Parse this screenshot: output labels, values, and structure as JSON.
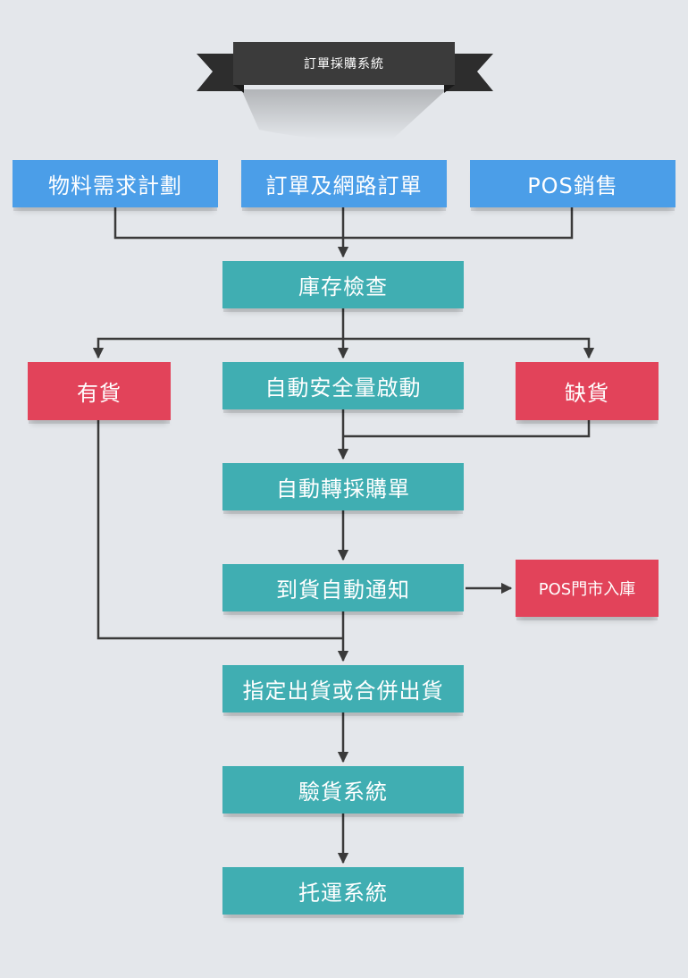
{
  "title": "訂單採購系統",
  "nodes": {
    "material": "物料需求計劃",
    "orders": "訂單及網路訂單",
    "pos_sales": "POS銷售",
    "stock_check": "庫存檢查",
    "in_stock": "有貨",
    "auto_safety": "自動安全量啟動",
    "out_of_stock": "缺貨",
    "auto_purchase": "自動轉採購單",
    "arrival_notice": "到貨自動通知",
    "pos_store_in": "POS門市入庫",
    "ship": "指定出貨或合併出貨",
    "inspect": "驗貨系統",
    "freight": "托運系統"
  },
  "colors": {
    "input_blue": "#4b9ee8",
    "process_teal": "#40aeb2",
    "status_red": "#e2435a",
    "connector": "#3a3a3a",
    "banner": "#3b3b3b",
    "background": "#e4e7eb"
  }
}
